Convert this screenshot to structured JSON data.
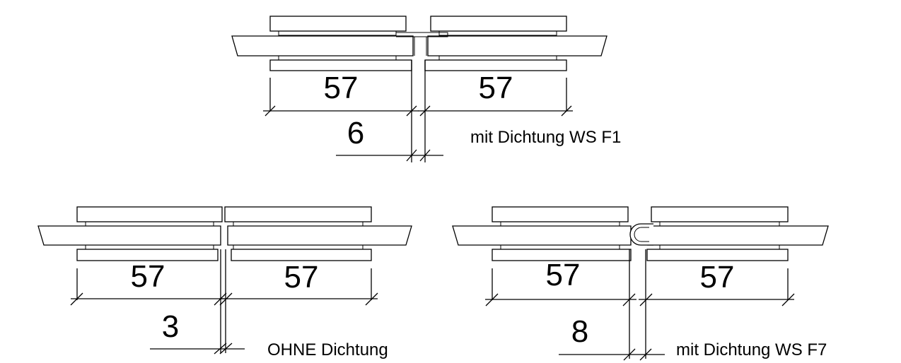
{
  "details": [
    {
      "left_width": "57",
      "right_width": "57",
      "gap": "6",
      "caption": "mit Dichtung WS F1"
    },
    {
      "left_width": "57",
      "right_width": "57",
      "gap": "3",
      "caption": "OHNE Dichtung"
    },
    {
      "left_width": "57",
      "right_width": "57",
      "gap": "8",
      "caption": "mit Dichtung WS F7"
    }
  ]
}
